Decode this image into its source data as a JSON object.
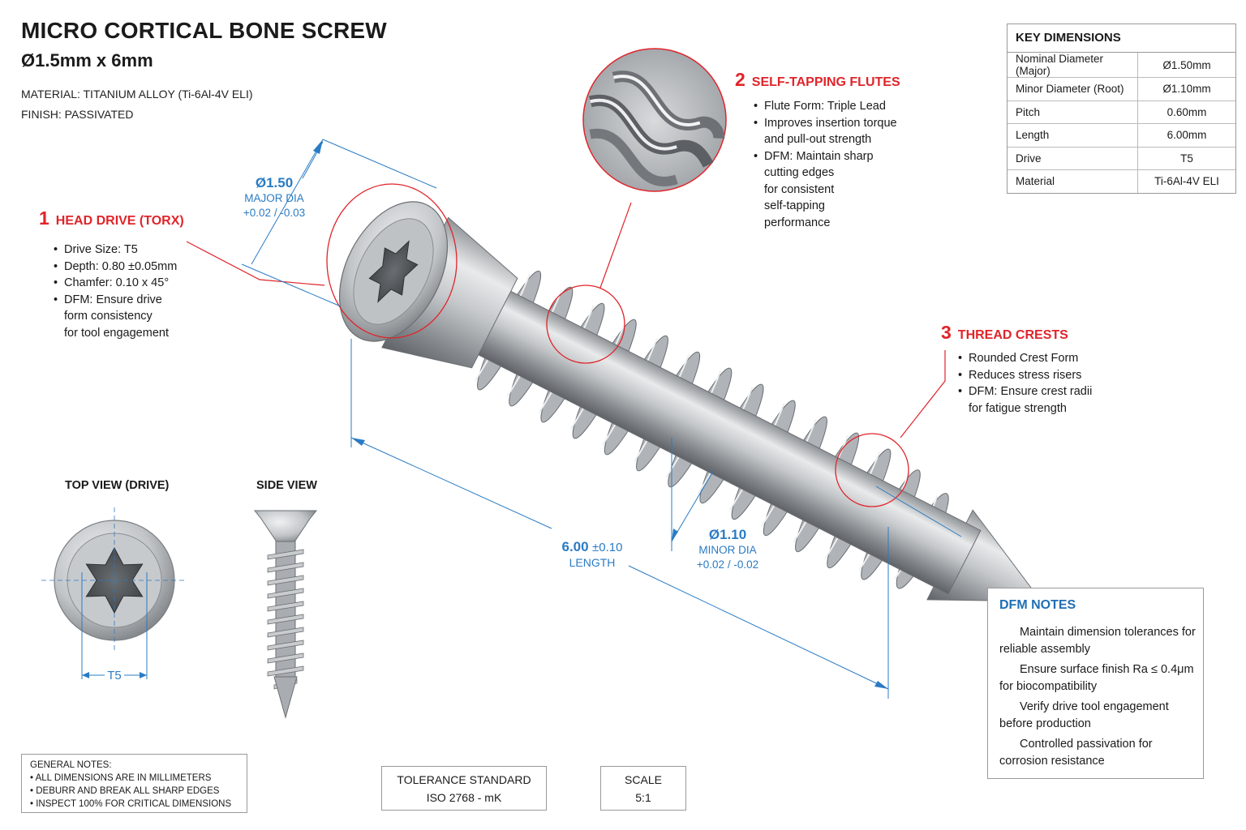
{
  "header": {
    "title": "MICRO CORTICAL BONE SCREW",
    "subtitle": "Ø1.5mm x 6mm",
    "material": "MATERIAL: TITANIUM ALLOY (Ti-6Al-4V ELI)",
    "finish": "FINISH: PASSIVATED"
  },
  "callouts": [
    {
      "num": "1",
      "title": "HEAD DRIVE (TORX)",
      "items": [
        "Drive Size: T5",
        "Depth: 0.80 ±0.05mm",
        "Chamfer: 0.10 x 45°",
        "DFM: Ensure drive\nform consistency\nfor tool engagement"
      ]
    },
    {
      "num": "2",
      "title": "SELF-TAPPING FLUTES",
      "items": [
        "Flute Form: Triple Lead",
        "Improves insertion torque\nand pull-out strength",
        "DFM: Maintain sharp\ncutting edges\nfor consistent\nself-tapping\nperformance"
      ]
    },
    {
      "num": "3",
      "title": "THREAD CRESTS",
      "items": [
        "Rounded Crest Form",
        "Reduces stress risers",
        "DFM: Ensure crest radii\nfor fatigue strength"
      ]
    }
  ],
  "dimensions": {
    "major": {
      "value": "Ø1.50",
      "label": "MAJOR DIA",
      "tol": "+0.02 / -0.03"
    },
    "minor": {
      "value": "Ø1.10",
      "label": "MINOR DIA",
      "tol": "+0.02 / -0.02"
    },
    "length": {
      "value": "6.00",
      "tol": "±0.10",
      "label": "LENGTH"
    },
    "drive": "T5"
  },
  "key_dimensions": {
    "title": "KEY DIMENSIONS",
    "rows": [
      [
        "Nominal Diameter (Major)",
        "Ø1.50mm"
      ],
      [
        "Minor Diameter (Root)",
        "Ø1.10mm"
      ],
      [
        "Pitch",
        "0.60mm"
      ],
      [
        "Length",
        "6.00mm"
      ],
      [
        "Drive",
        "T5"
      ],
      [
        "Material",
        "Ti-6Al-4V ELI"
      ]
    ]
  },
  "views": {
    "top": "TOP VIEW (DRIVE)",
    "side": "SIDE VIEW"
  },
  "dfm_notes": {
    "title": "DFM NOTES",
    "items": [
      "Maintain dimension tolerances for\nreliable assembly",
      "Ensure surface finish Ra ≤ 0.4μm\nfor biocompatibility",
      "Verify drive tool engagement\nbefore production",
      "Controlled passivation for\ncorrosion resistance"
    ]
  },
  "general_notes": {
    "title": "GENERAL NOTES:",
    "items": [
      "• ALL DIMENSIONS ARE IN MILLIMETERS",
      "• DEBURR AND BREAK ALL SHARP EDGES",
      "• INSPECT 100% FOR CRITICAL DIMENSIONS"
    ]
  },
  "tolerance": {
    "label": "TOLERANCE STANDARD",
    "value": "ISO 2768 - mK"
  },
  "scale": {
    "label": "SCALE",
    "value": "5:1"
  },
  "colors": {
    "accent_red": "#e0242a",
    "dim_blue": "#2a7bc4",
    "check_green": "#2e9e3a",
    "metal": "#b9bcbf"
  }
}
